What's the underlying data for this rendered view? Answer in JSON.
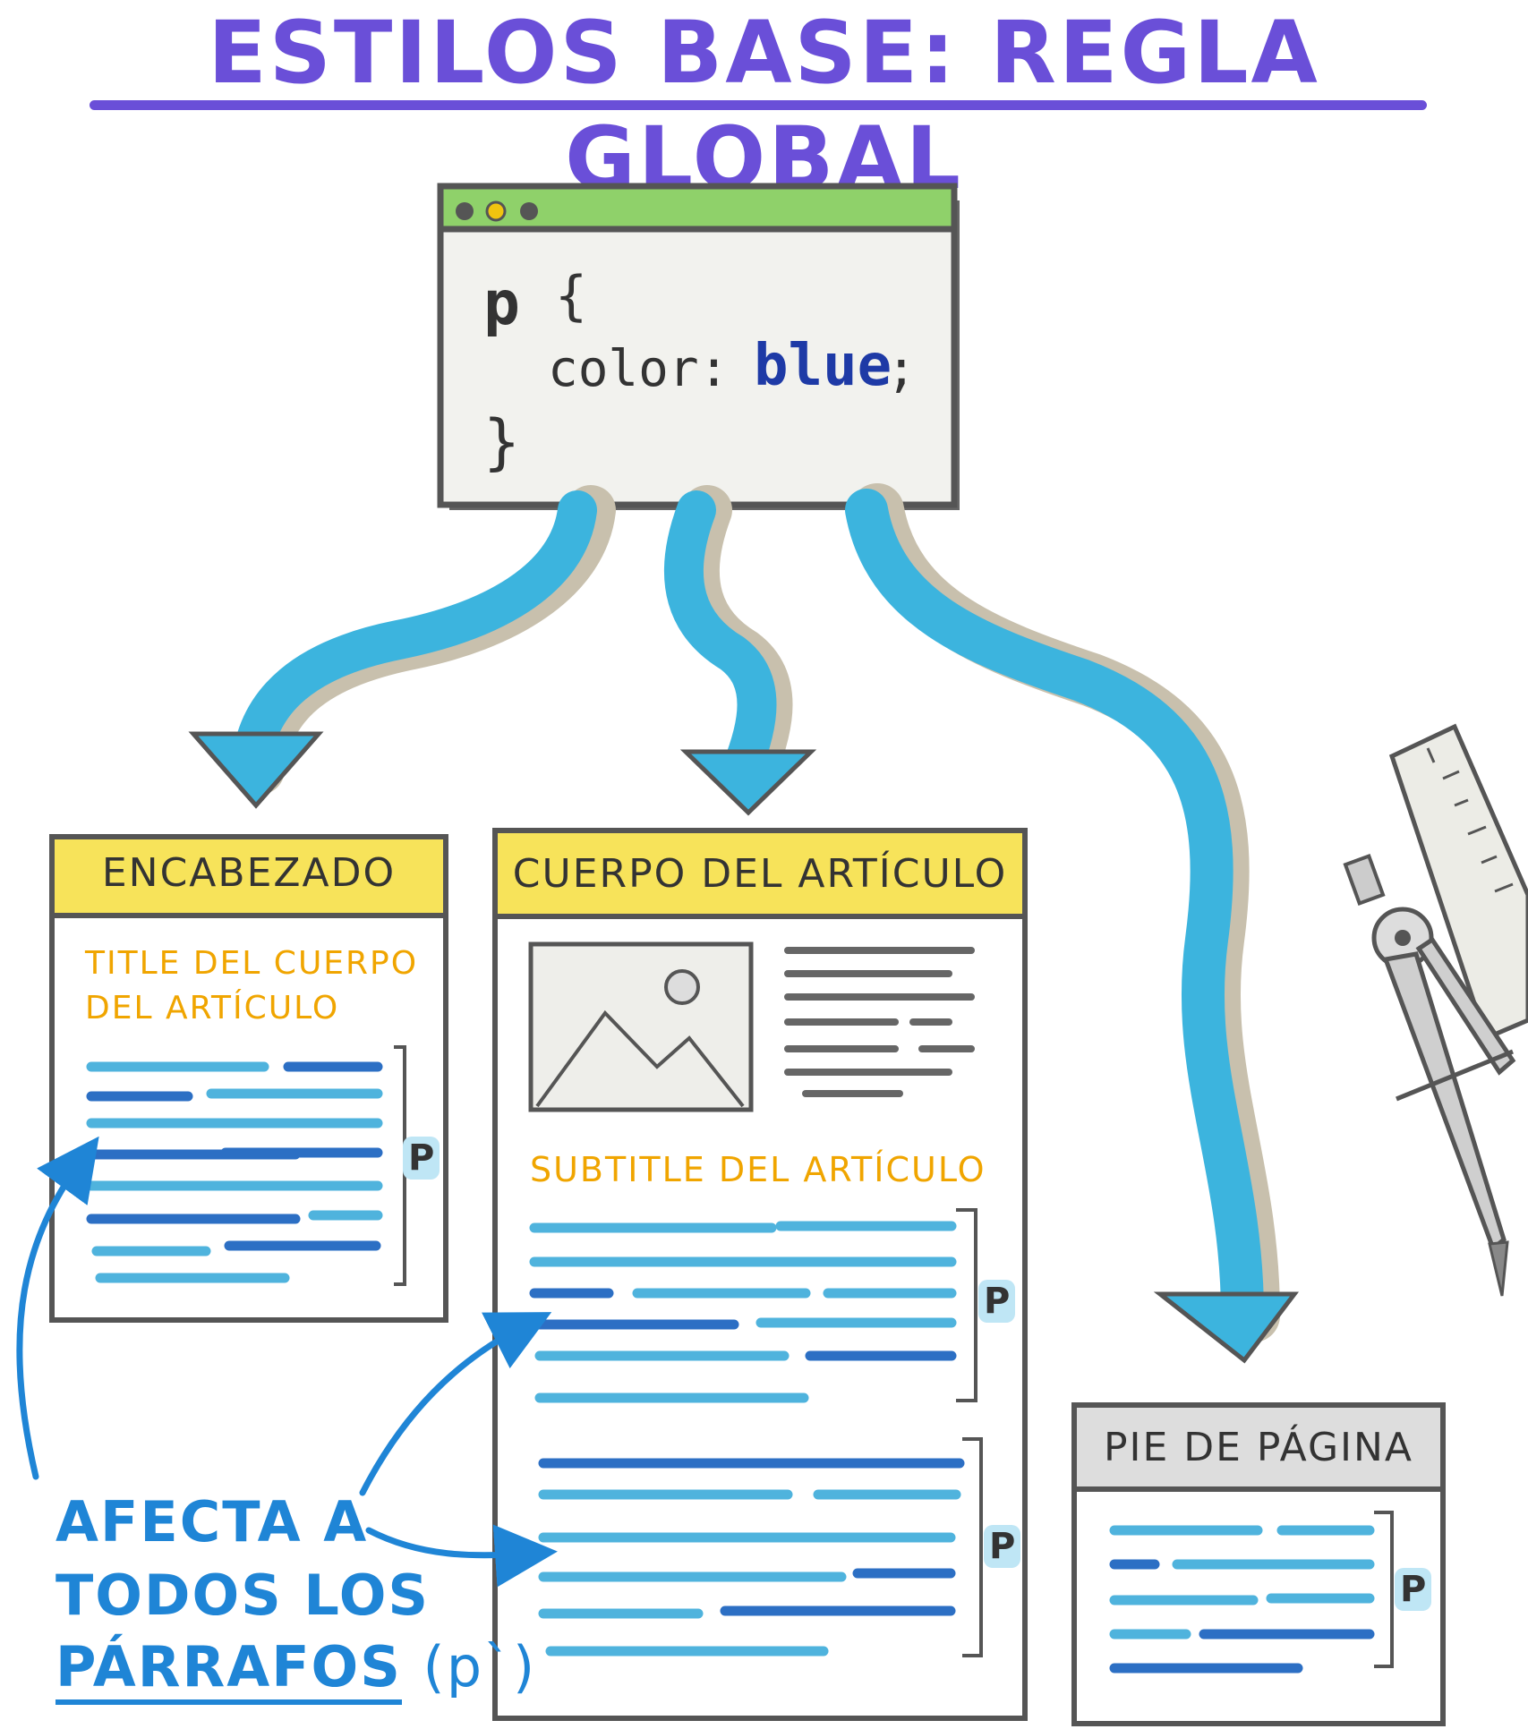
{
  "title": "ESTILOS BASE: REGLA GLOBAL",
  "code_window": {
    "selector": "p",
    "open_brace": "{",
    "property": "color:",
    "value": "blue",
    "semicolon": ";",
    "close_brace": "}",
    "dot_colors": [
      "#555555",
      "#f1c40f",
      "#555555"
    ]
  },
  "sections": {
    "header": {
      "label": "ENCABEZADO",
      "title_line1": "TITLE DEL CUERPO",
      "title_line2": "DEL ARTÍCULO",
      "p_label": "P"
    },
    "body": {
      "label": "CUERPO DEL ARTÍCULO",
      "subtitle": "SUBTITLE DEL ARTÍCULO",
      "p_label_1": "P",
      "p_label_2": "P"
    },
    "footer": {
      "label": "PIE DE PÁGINA",
      "p_label": "P"
    }
  },
  "callout": {
    "line1": "AFECTA A",
    "line2": "TODOS LOS",
    "line3_word": "PÁRRAFOS",
    "line3_suffix": "(p`)"
  },
  "colors": {
    "title": "#6a4fd8",
    "window_bar": "#8fd16a",
    "header_yellow": "#f7e35a",
    "footer_gray": "#dddddd",
    "arrow_blue": "#3cb4de",
    "callout_blue": "#1f85d6",
    "orange_text": "#f0a500",
    "code_value": "#1e3aa6"
  },
  "icons": [
    "image-placeholder-icon",
    "ruler-icon",
    "compass-icon"
  ]
}
